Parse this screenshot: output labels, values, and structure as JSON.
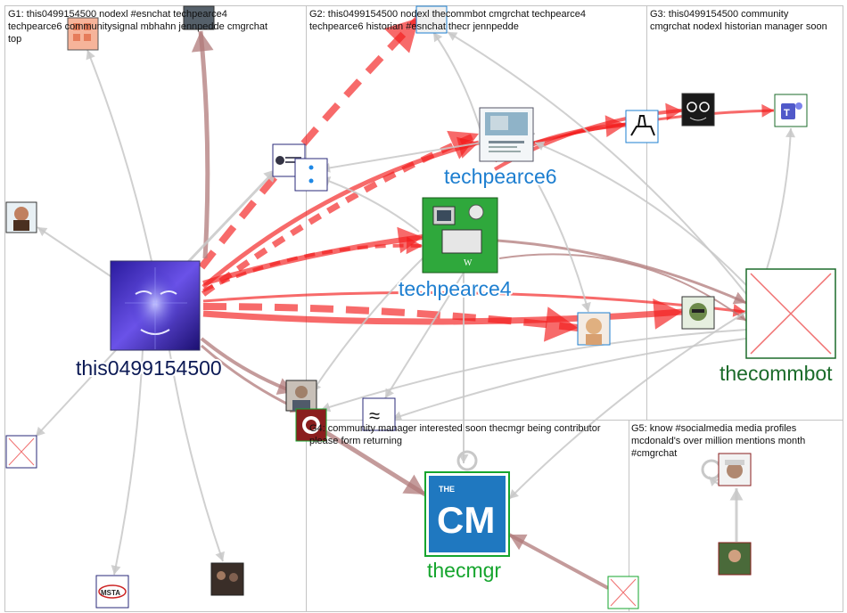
{
  "groups": [
    {
      "id": "G1",
      "lines": [
        "G1: this0499154500 nodexl #esnchat techpearce4",
        "techpearce6 communitysignal mbhahn jennpedde cmgrchat",
        "top"
      ]
    },
    {
      "id": "G2",
      "lines": [
        "G2: this0499154500 nodexl thecommbot cmgrchat techpearce4",
        "techpearce6 historian #esnchat thecr jennpedde"
      ]
    },
    {
      "id": "G3",
      "lines": [
        "G3: this0499154500 community",
        "cmgrchat nodexl historian manager soon"
      ]
    },
    {
      "id": "G4",
      "lines": [
        "G4: community manager interested soon thecmgr being contributor",
        "please form returning"
      ]
    },
    {
      "id": "G5",
      "lines": [
        "G5: know #socialmedia media profiles",
        "mcdonald's over million mentions month",
        "#cmgrchat"
      ]
    }
  ],
  "labels": {
    "this0499154500": "this0499154500",
    "techpearce6": "techpearce6",
    "techpearce4": "techpearce4",
    "thecommbot": "thecommbot",
    "thecmgr": "thecmgr"
  },
  "icons": {
    "equals_glyph": "≈",
    "cm_the": "THE",
    "cm_letters": "CM",
    "msta_text": "MSTA"
  },
  "colors": {
    "edge_red": "#f21a1a",
    "edge_mauve": "#b07a7a",
    "edge_gray": "#c8c8c8",
    "label_navy": "#0c1a55",
    "label_blue": "#1e7fd0",
    "label_darkgreen": "#1b6b2a",
    "label_green": "#16a52e",
    "cm_blue": "#1f78c0"
  }
}
